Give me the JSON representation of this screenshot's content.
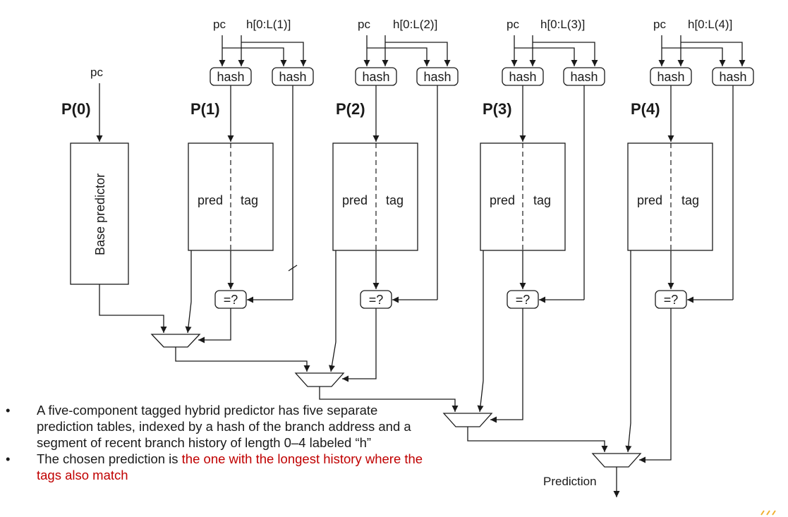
{
  "components": [
    {
      "pc_label": "pc",
      "hist_label": "",
      "hash_label": "",
      "table_label": "Base predictor",
      "p_label": "P(0)"
    },
    {
      "pc_label": "pc",
      "hist_label": "h[0:L(1)]",
      "hash_label": "hash",
      "pred_label": "pred",
      "tag_label": "tag",
      "cmp_label": "=?",
      "p_label": "P(1)"
    },
    {
      "pc_label": "pc",
      "hist_label": "h[0:L(2)]",
      "hash_label": "hash",
      "pred_label": "pred",
      "tag_label": "tag",
      "cmp_label": "=?",
      "p_label": "P(2)"
    },
    {
      "pc_label": "pc",
      "hist_label": "h[0:L(3)]",
      "hash_label": "hash",
      "pred_label": "pred",
      "tag_label": "tag",
      "cmp_label": "=?",
      "p_label": "P(3)"
    },
    {
      "pc_label": "pc",
      "hist_label": "h[0:L(4)]",
      "hash_label": "hash",
      "pred_label": "pred",
      "tag_label": "tag",
      "cmp_label": "=?",
      "p_label": "P(4)"
    }
  ],
  "output_label": "Prediction",
  "notes": {
    "bullet": "•",
    "item1": "A five-component tagged hybrid predictor has five separate prediction tables, indexed by a hash of the branch address and a segment of recent branch history of length 0–4 labeled “h”",
    "item2_prefix": "The chosen prediction is ",
    "item2_highlight": "the one with the longest history where the tags also match"
  },
  "colors": {
    "highlight": "#c00000",
    "line": "#1a1a1a"
  }
}
